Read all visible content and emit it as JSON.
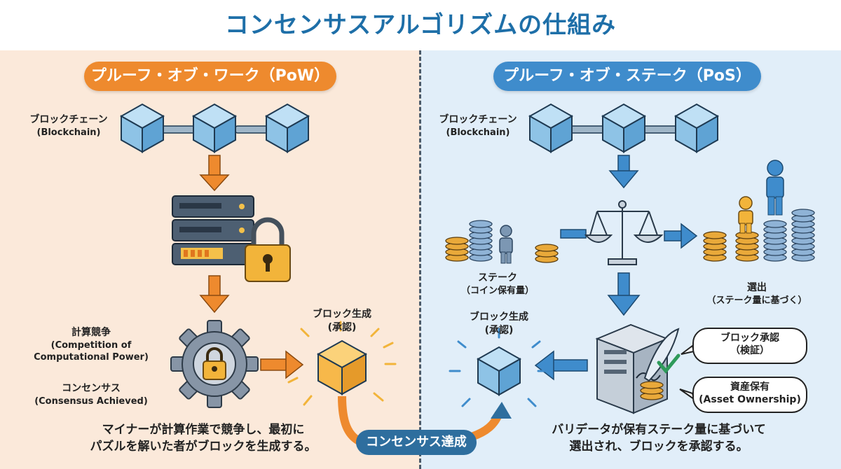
{
  "title": "コンセンサスアルゴリズムの仕組み",
  "pow": {
    "header": "プルーフ・オブ・ワーク（PoW）",
    "blockchain_label": "ブロックチェーン",
    "blockchain_sub": "(Blockchain)",
    "compute_label": "計算競争",
    "compute_sub": "(Competition of Computational Power)",
    "consensus_label": "コンセンサス",
    "consensus_sub": "(Consensus Achieved)",
    "block_label": "ブロック生成",
    "block_sub": "(承認)",
    "desc_line1": "マイナーが計算作業で競争し、最初に",
    "desc_line2": "パズルを解いた者がブロックを生成する。"
  },
  "pos": {
    "header": "プルーフ・オブ・ステーク（PoS）",
    "blockchain_label": "ブロックチェーン",
    "blockchain_sub": "(Blockchain)",
    "stake_label": "ステーク",
    "stake_sub": "（コイン保有量）",
    "select_label": "選出",
    "select_sub": "（ステーク量に基づく）",
    "block_label": "ブロック生成",
    "block_sub": "(承認)",
    "bubble1_line1": "ブロック承認",
    "bubble1_line2": "（検証）",
    "bubble2_line1": "資産保有",
    "bubble2_line2": "(Asset Ownership)",
    "desc_line1": "バリデータが保有ステーク量に基づいて",
    "desc_line2": "選出され、ブロックを承認する。"
  },
  "consensus_reached": "コンセンサス達成",
  "colors": {
    "title": "#1e6fa8",
    "pow_accent": "#ee8a2e",
    "pos_accent": "#3f8ccc",
    "pow_bg": "#fbe9da",
    "pos_bg": "#e1eef9",
    "cube": "#8ec3e6",
    "cube_orange": "#f7b84a",
    "coin": "#e9a93a",
    "coin_blue": "#7aa2c8"
  },
  "icons": [
    "cube-icon",
    "server-icon",
    "lock-icon",
    "gear-icon",
    "scale-icon",
    "coin-stack-icon",
    "person-icon",
    "quill-icon",
    "check-icon",
    "arrow-icon"
  ]
}
